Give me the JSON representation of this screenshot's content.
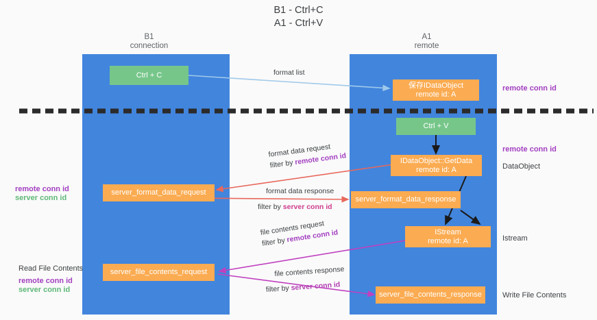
{
  "title": "B1 - Ctrl+C\nA1 - Ctrl+V",
  "columns": [
    {
      "name": "b1",
      "label": "B1\nconnection"
    },
    {
      "name": "a1",
      "label": "A1\nremote"
    }
  ],
  "nodes": [
    {
      "id": "ctrl-c",
      "label": "Ctrl + C",
      "color": "green"
    },
    {
      "id": "store-idataobject",
      "label": "保存IDataObject\nremote id: A",
      "color": "orange"
    },
    {
      "id": "ctrl-v",
      "label": "Ctrl + V",
      "color": "green"
    },
    {
      "id": "idataobject-getdata",
      "label": "IDataObject::GetData\nremote id: A",
      "color": "orange"
    },
    {
      "id": "server-format-data-request",
      "label": "server_format_data_request",
      "color": "orange"
    },
    {
      "id": "server-format-data-response",
      "label": "server_format_data_response",
      "color": "orange"
    },
    {
      "id": "istream",
      "label": "IStream\nremote id: A",
      "color": "orange"
    },
    {
      "id": "server-file-contents-request",
      "label": "server_file_contents_request",
      "color": "orange"
    },
    {
      "id": "server-file-contents-response",
      "label": "server_file_contents_response",
      "color": "orange"
    }
  ],
  "edge_captions": [
    {
      "id": "format-list",
      "line1_plain": "format list",
      "line2_prefix": "",
      "line2_key": ""
    },
    {
      "id": "format-data-request",
      "line1_plain": "format data request",
      "line2_prefix": "filter by",
      "line2_key": "remote conn id"
    },
    {
      "id": "format-data-response",
      "line1_plain": "format data response",
      "line2_prefix": "filter by",
      "line2_key": "server conn id"
    },
    {
      "id": "file-contents-request",
      "line1_plain": "file contents request",
      "line2_prefix": "filter by",
      "line2_key": "remote conn id"
    },
    {
      "id": "file-contents-response",
      "line1_plain": "file contents response",
      "line2_prefix": "filter by",
      "line2_key": "server conn id"
    }
  ],
  "right_labels": [
    {
      "id": "right-remote-conn-id-top",
      "text": "remote conn id",
      "style": "purple"
    },
    {
      "id": "right-remote-conn-id-mid",
      "text": "remote conn id",
      "style": "purple"
    },
    {
      "id": "right-dataobject",
      "text": "DataObject",
      "style": "plain"
    },
    {
      "id": "right-istream",
      "text": "Istream",
      "style": "plain"
    },
    {
      "id": "right-write-file-contents",
      "text": "Write File Contents",
      "style": "plain"
    }
  ],
  "left_labels": [
    {
      "id": "left-remote-conn-id",
      "text": "remote conn id",
      "style": "purple"
    },
    {
      "id": "left-server-conn-id",
      "text": "server conn id",
      "style": "green"
    },
    {
      "id": "left-read-file",
      "text": "Read File Contents",
      "style": "plain"
    },
    {
      "id": "left-remote-conn-id2",
      "text": "remote conn id",
      "style": "purple"
    },
    {
      "id": "left-server-conn-id2",
      "text": "server conn id",
      "style": "green"
    }
  ],
  "colors": {
    "lane": "#4285dd",
    "node_green": "#76c68a",
    "node_orange": "#fbab51",
    "divider": "#2b2b2b",
    "arrow_light_blue": "#9fc9ea",
    "arrow_black": "#1a1a1a",
    "arrow_red": "#e8685c",
    "arrow_magenta": "#c040c0",
    "key_purple": "#a23fc0",
    "key_green": "#5fb878"
  }
}
